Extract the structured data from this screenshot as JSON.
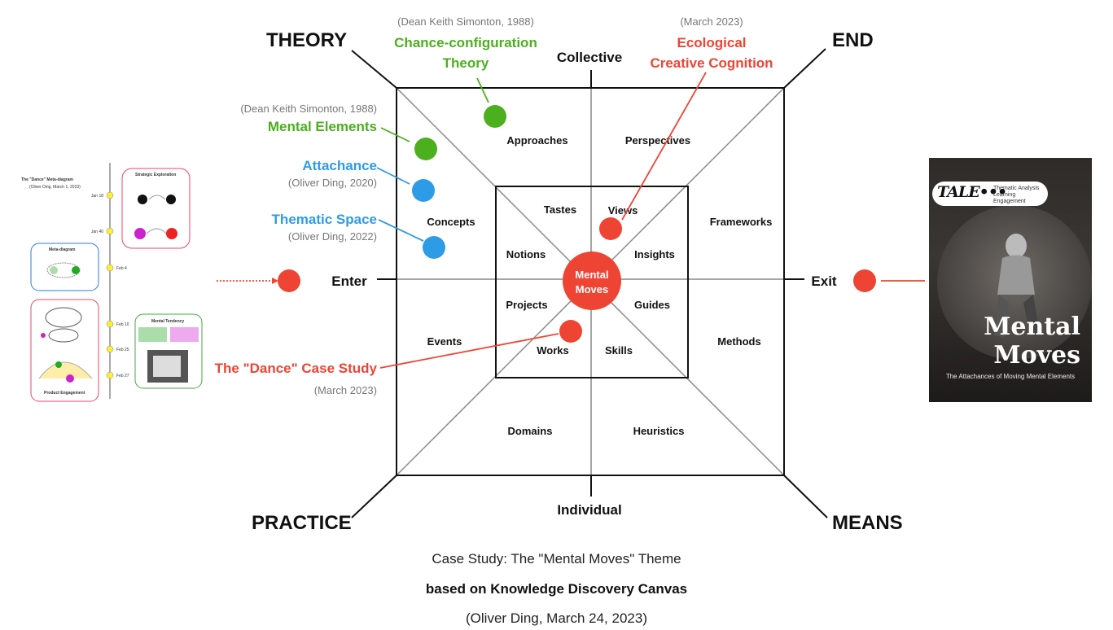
{
  "corners": {
    "theory": "THEORY",
    "end": "END",
    "practice": "PRACTICE",
    "means": "MEANS"
  },
  "axes": {
    "collective": "Collective",
    "individual": "Individual",
    "enter": "Enter",
    "exit": "Exit"
  },
  "outer_cells": {
    "approaches": "Approaches",
    "perspectives": "Perspectives",
    "concepts": "Concepts",
    "frameworks": "Frameworks",
    "events": "Events",
    "methods": "Methods",
    "domains": "Domains",
    "heuristics": "Heuristics"
  },
  "inner_cells": {
    "tastes": "Tastes",
    "views": "Views",
    "notions": "Notions",
    "insights": "Insights",
    "projects": "Projects",
    "guides": "Guides",
    "works": "Works",
    "skills": "Skills"
  },
  "center": {
    "line1": "Mental",
    "line2": "Moves"
  },
  "annotations": {
    "chance_ref": "(Dean Keith Simonton, 1988)",
    "chance_line1": "Chance-configuration",
    "chance_line2": "Theory",
    "ecological_ref": "(March 2023)",
    "ecological_line1": "Ecological",
    "ecological_line2": "Creative Cognition",
    "mental_elements_ref": "(Dean Keith Simonton, 1988)",
    "mental_elements": "Mental Elements",
    "attachance": "Attachance",
    "attachance_ref": "(Oliver Ding, 2020)",
    "thematic_space": "Thematic Space",
    "thematic_space_ref": "(Oliver Ding, 2022)",
    "dance_case": "The \"Dance\" Case Study",
    "dance_case_ref": "(March 2023)"
  },
  "captions": {
    "line1": "Case Study: The \"Mental Moves\" Theme",
    "line2": "based on Knowledge Discovery Canvas",
    "line3": "(Oliver Ding, March 24, 2023)"
  },
  "left_thumbnail": {
    "title": "The \"Dance\" Meta-diagram",
    "subtitle": "(Oliver Ding, March 1, 2023)",
    "strategic": "Strategic Exploration",
    "meta": "Meta-diagram",
    "tendency": "Mental Tendency",
    "engagement": "Product Engagement",
    "dates": [
      "Jan 18",
      "Jan 40",
      "Feb 4",
      "Feb 10",
      "Feb 25",
      "Feb 27"
    ]
  },
  "book_cover": {
    "logo": "TALE•••",
    "tagline": "Thematic Analysis Learning Engagement",
    "title1": "Mental",
    "title2": "Moves",
    "subtitle": "The Attachances of Moving Mental Elements"
  },
  "colors": {
    "green": "#4caf1e",
    "blue": "#2e9be6",
    "red": "#ee4433",
    "line": "#111111",
    "grey": "#777777"
  }
}
